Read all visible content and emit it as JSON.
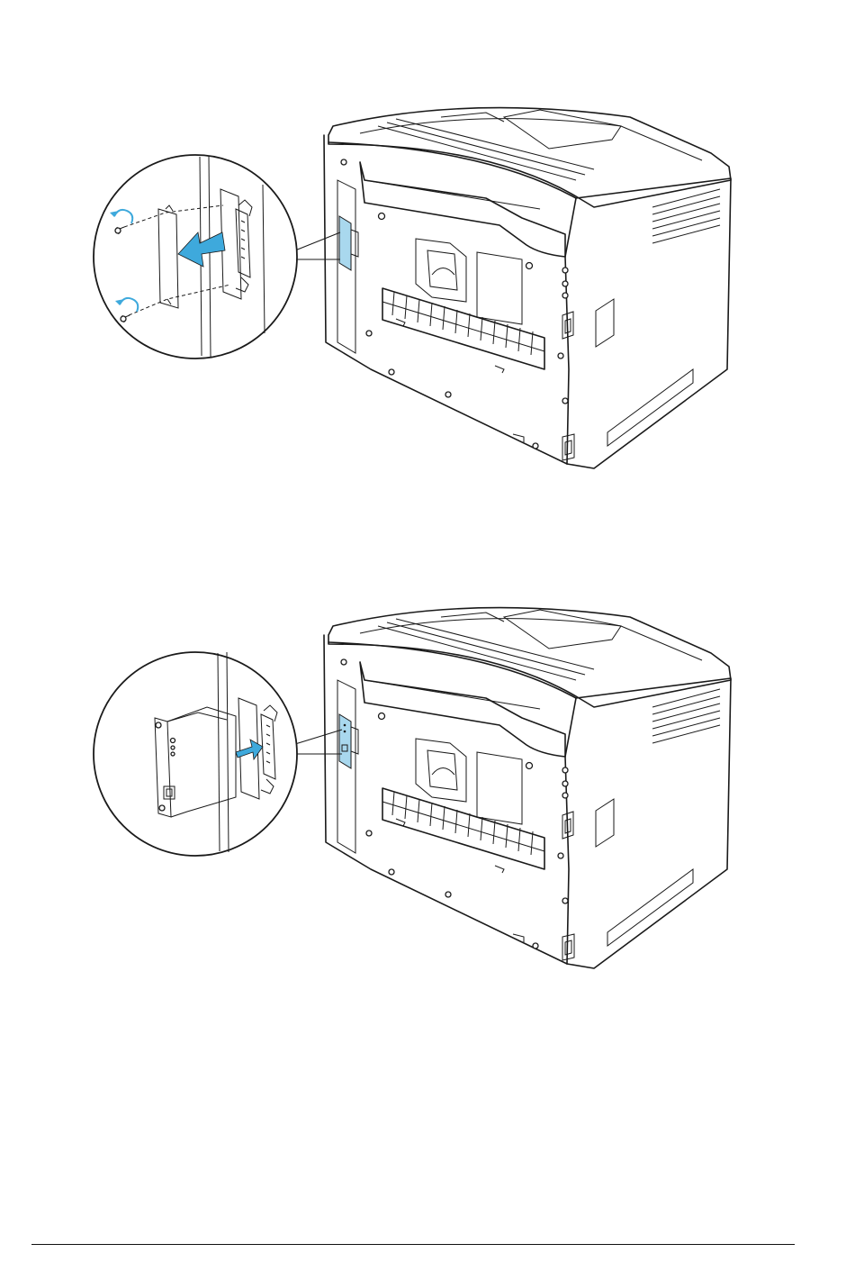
{
  "colors": {
    "accent": "#3ea9dc",
    "accent_light": "#a9d8ee",
    "line": "#1a1a1a",
    "background": "#ffffff"
  },
  "figures": [
    {
      "step": "remove-cover",
      "icons": [
        "screw-icon",
        "counterclockwise-arrow-icon",
        "cover-plate",
        "push-arrow-icon"
      ]
    },
    {
      "step": "insert-card",
      "icons": [
        "interface-card",
        "push-arrow-icon"
      ]
    }
  ]
}
